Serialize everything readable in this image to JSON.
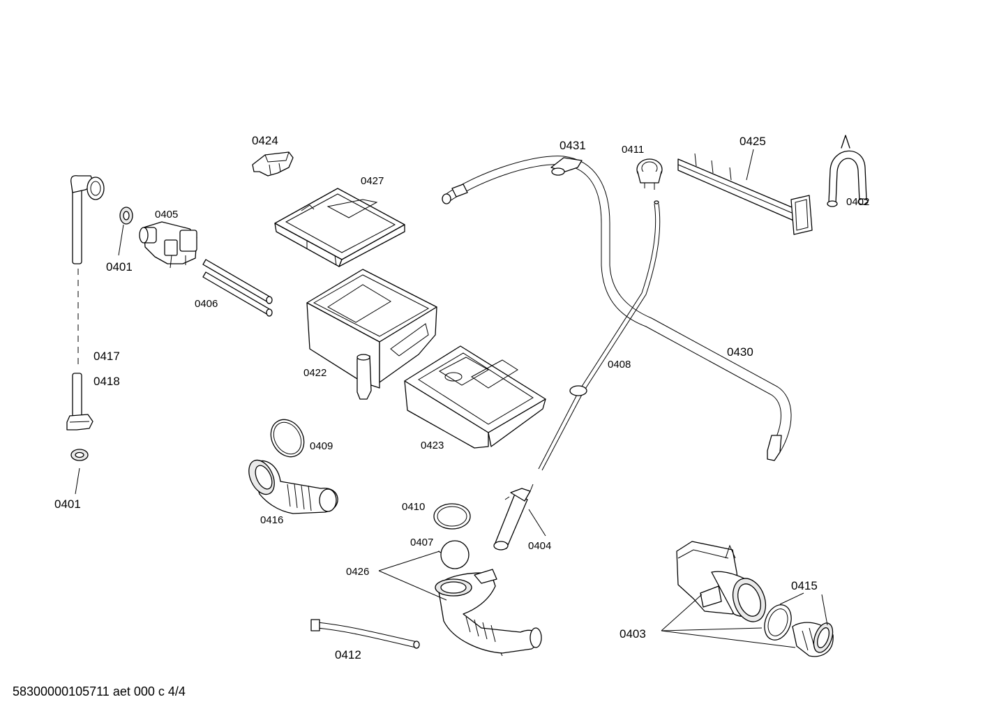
{
  "labels": {
    "p0424": "0424",
    "p0431": "0431",
    "p0411": "0411",
    "p0425": "0425",
    "p0427": "0427",
    "p0405": "0405",
    "p0401a": "0401",
    "p0402": "0402",
    "p0406": "0406",
    "p0430": "0430",
    "p0417": "0417",
    "p0418": "0418",
    "p0422": "0422",
    "p0408": "0408",
    "p0409": "0409",
    "p0423": "0423",
    "p0401b": "0401",
    "p0416": "0416",
    "p0410": "0410",
    "p0407": "0407",
    "p0404": "0404",
    "p0426": "0426",
    "p0415": "0415",
    "p0403": "0403",
    "p0412": "0412"
  },
  "footer": "58300000105711 aet 000 c 4/4"
}
